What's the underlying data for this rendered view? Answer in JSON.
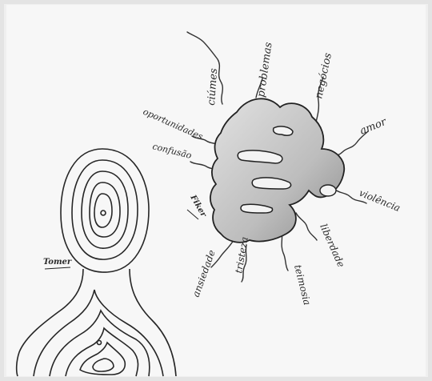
{
  "figure": {
    "words": {
      "ciume": "ciúmes",
      "problemas": "problemas",
      "negocios": "negócios",
      "oportunidades": "oportunidades",
      "amor": "amor",
      "confusao": "confusão",
      "violencia": "violência",
      "liberdade": "liberdade",
      "teimosia": "teimosia",
      "tristeza": "tristeza",
      "ansiedade": "ansiedade"
    },
    "signatures": {
      "head": "Fiker",
      "body": "Tomer"
    }
  }
}
